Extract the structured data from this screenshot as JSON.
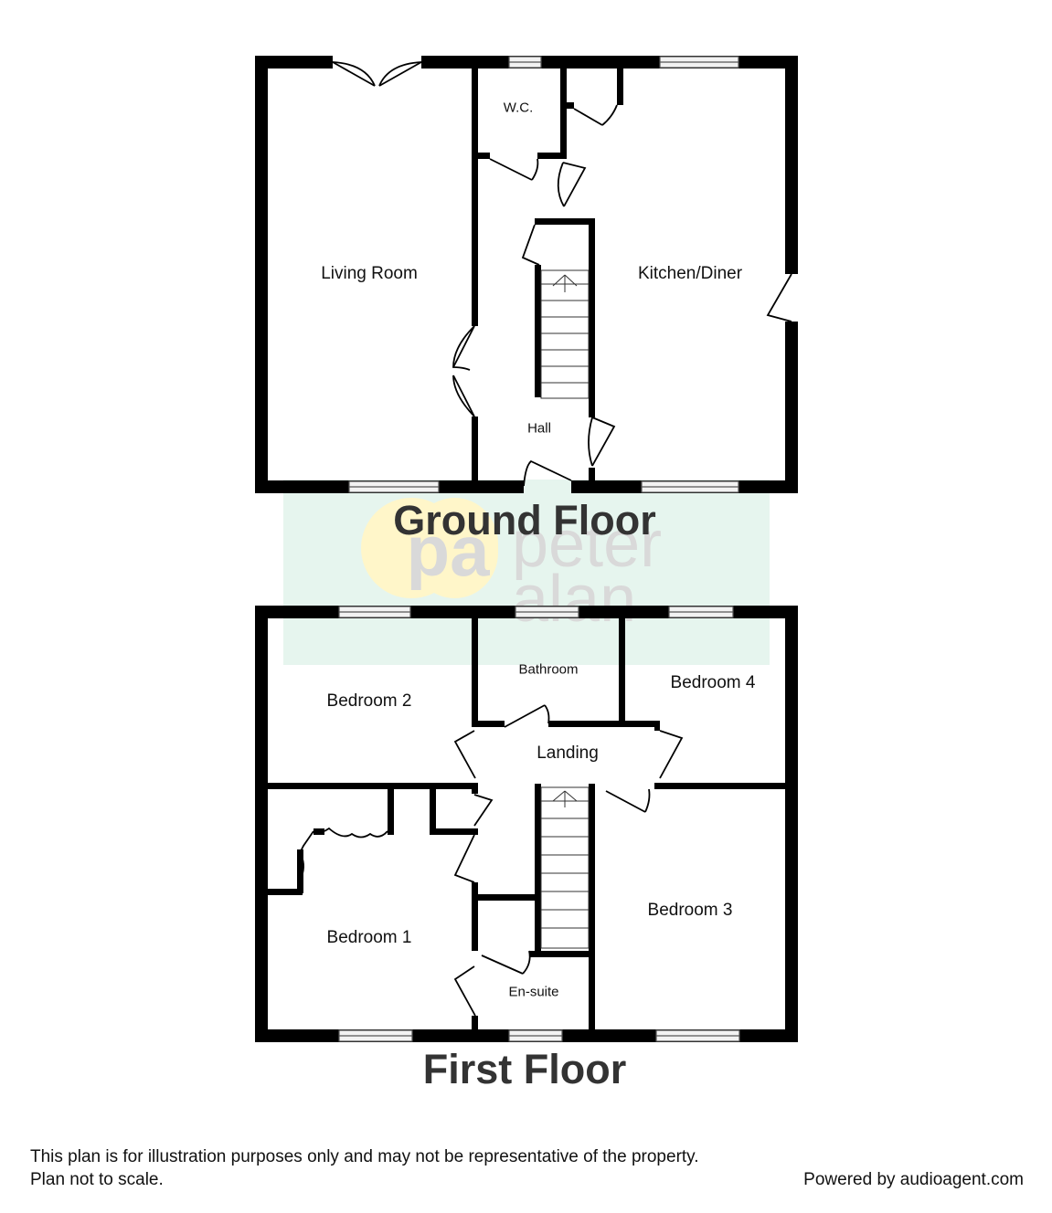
{
  "watermark": {
    "badge": "pa",
    "line1": "peter",
    "line2": "alan",
    "colors": {
      "panel": "#e6f5ee",
      "badge": "#fff6c9",
      "text": "#d9d9d9"
    }
  },
  "ground_floor": {
    "title": "Ground Floor",
    "rooms": {
      "living_room": "Living Room",
      "wc": "W.C.",
      "kitchen_diner": "Kitchen/Diner",
      "hall": "Hall"
    }
  },
  "first_floor": {
    "title": "First Floor",
    "rooms": {
      "bedroom_2": "Bedroom 2",
      "bathroom": "Bathroom",
      "bedroom_4": "Bedroom 4",
      "landing": "Landing",
      "bedroom_1": "Bedroom 1",
      "bedroom_3": "Bedroom 3",
      "en_suite": "En-suite"
    }
  },
  "footer": {
    "disclaimer": "This plan is for illustration purposes only and may not be representative of the property. Plan not to scale.",
    "powered_by": "Powered by audioagent.com"
  },
  "colors": {
    "wall": "#000000",
    "window_frame": "#555555",
    "window_fill": "#f2f2f2",
    "title": "#333333"
  }
}
